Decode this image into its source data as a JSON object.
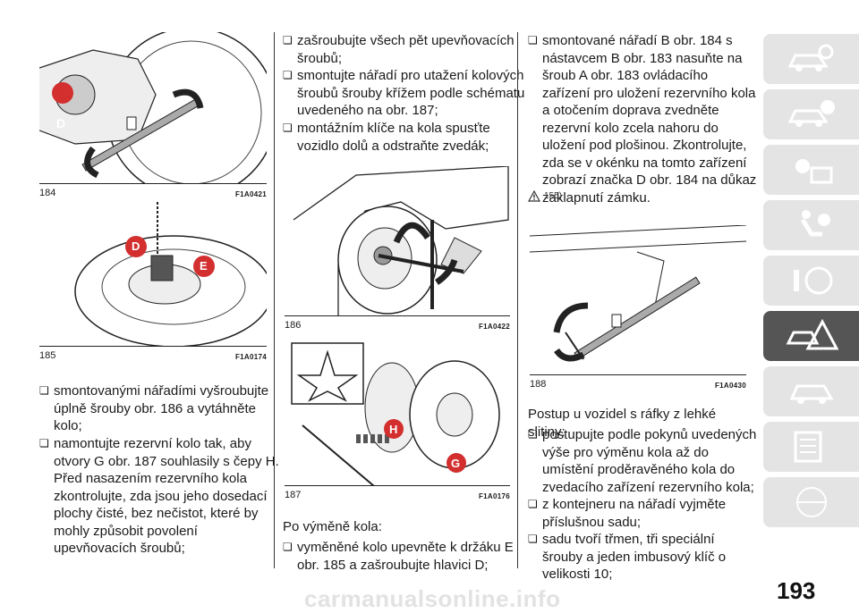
{
  "figures": {
    "f184": {
      "num": "184",
      "code": "F1A0421",
      "label_d": "D"
    },
    "f185": {
      "num": "185",
      "code": "F1A0174",
      "label_d": "D",
      "label_e": "E"
    },
    "f186": {
      "num": "186",
      "code": "F1A0422"
    },
    "f187": {
      "num": "187",
      "code": "F1A0176",
      "label_h": "H",
      "label_g": "G"
    },
    "f188": {
      "num": "188",
      "code": "F1A0430"
    }
  },
  "col1": {
    "bullets": [
      "smontovanými nářadími vyšroubujte úplně šrouby obr. 186 a vytáhněte kolo;",
      "namontujte rezervní kolo tak, aby otvory G obr. 187 souhlasily s čepy H. Před nasazením rezervního kola zkontrolujte, zda jsou jeho dosedací plochy čisté, bez nečistot, které by mohly způsobit povolení upevňovacích šroubů;"
    ]
  },
  "col2": {
    "bullets_top": [
      "zašroubujte všech pět upevňovacích šroubů;",
      "smontujte nářadí pro utažení kolových šroubů šrouby křížem podle schématu uvedeného na obr. 187;",
      "montážním klíče na kola spusťte vozidlo dolů a odstraňte zvedák;"
    ],
    "para": "Po výměně kola:",
    "bullets_bottom": [
      "vyměněné kolo upevněte k držáku E obr. 185 a zašroubujte hlavici D;"
    ]
  },
  "col3": {
    "bullet_top": "smontované nářadí B obr. 184 s nástavcem B obr. 183 nasuňte na šroub A obr. 183 ovládacího zařízení pro uložení rezervního kola a otočením doprava zvedněte rezervní kolo zcela nahoru do uložení pod plošinou. Zkontrolujte, zda se v okénku na tomto zařízení zobrazí značka D obr. 184 na důkaz zaklapnutí zámku.",
    "warning_ref": "155)",
    "para": "Postup u vozidel s ráfky z lehké slitiny:",
    "bullets_bottom": [
      "postupujte podle pokynů uvedených výše pro výměnu kola až do umístění proděravěného kola do zvedacího zařízení rezervního kola;",
      "z kontejneru na nářadí vyjměte příslušnou sadu;",
      "sadu tvoří třmen, tři speciální šrouby a jeden imbusový klíč o velikosti 10;"
    ]
  },
  "page_number": "193",
  "watermark": "carmanualsonline.info",
  "sidebar": {
    "tabs": [
      {
        "name": "car-search-icon"
      },
      {
        "name": "car-info-icon"
      },
      {
        "name": "dashboard-light-icon"
      },
      {
        "name": "airbag-seat-icon"
      },
      {
        "name": "steering-wheel-key-icon"
      },
      {
        "name": "emergency-warning-icon",
        "active": true
      },
      {
        "name": "car-service-icon"
      },
      {
        "name": "technical-data-icon"
      },
      {
        "name": "alphabet-index-icon"
      }
    ]
  },
  "colors": {
    "accent_red": "#d32f2f",
    "sidebar_active": "#555555",
    "sidebar_inactive": "#e4e4e4"
  }
}
